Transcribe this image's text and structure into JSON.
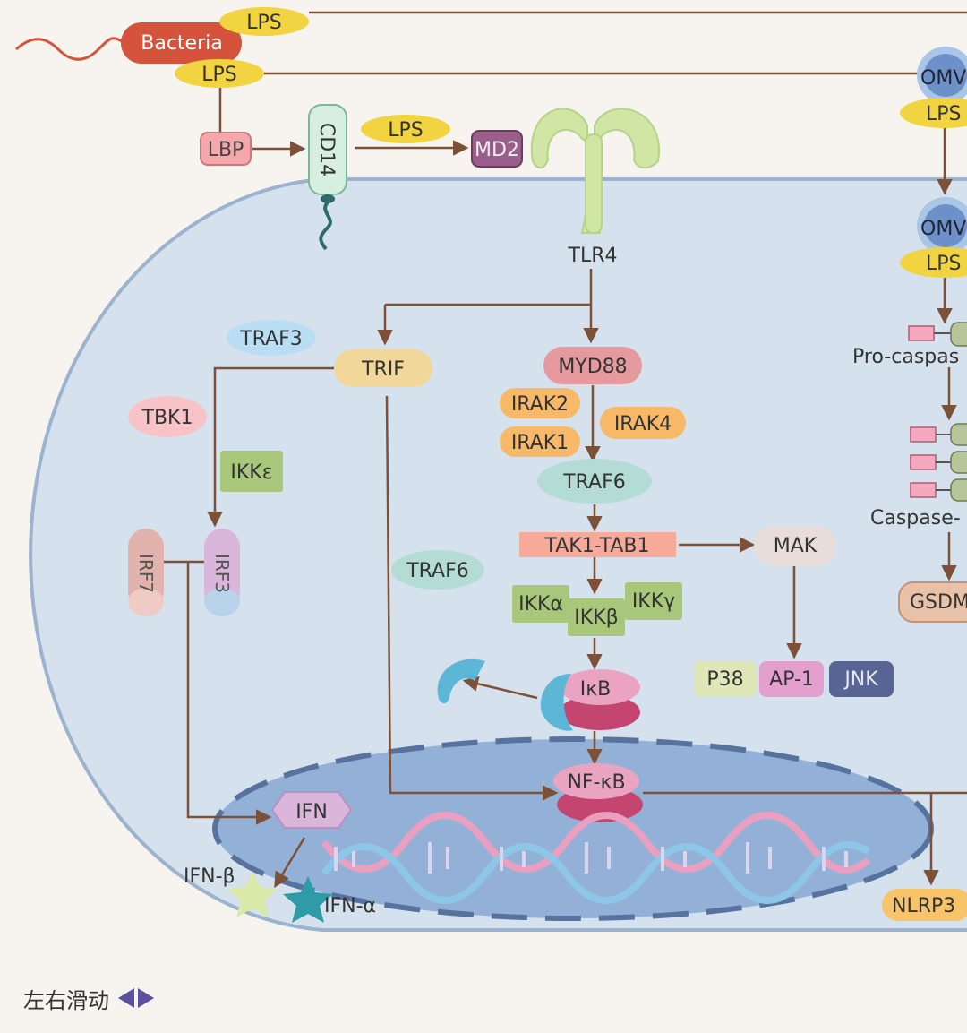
{
  "labels": {
    "bacteria": "Bacteria",
    "lps": "LPS",
    "lbp": "LBP",
    "cd14": "CD14",
    "md2": "MD2",
    "tlr4": "TLR4",
    "omv": "OMV",
    "traf3": "TRAF3",
    "trif": "TRIF",
    "myd88": "MYD88",
    "tbk1": "TBK1",
    "ikke": "IKKε",
    "irak2": "IRAK2",
    "irak1": "IRAK1",
    "irak4": "IRAK4",
    "traf6": "TRAF6",
    "tak1_tab1": "TAK1-TAB1",
    "mak": "MAK",
    "irf7": "IRF7",
    "irf3": "IRF3",
    "ikka": "IKKα",
    "ikkb": "IKKβ",
    "ikkg": "IKKγ",
    "p38": "P38",
    "ap1": "AP-1",
    "jnk": "JNK",
    "ikb": "IκB",
    "nfkb": "NF-κB",
    "ifn": "IFN",
    "ifn_b": "IFN-β",
    "ifn_a": "IFN-α",
    "pro_caspase": "Pro-caspas",
    "caspase": "Caspase-",
    "gsdm": "GSDM",
    "nlrp3": "NLRP3"
  },
  "footer": {
    "label": "左右滑动"
  },
  "colors": {
    "background": "#f7f4ef",
    "cell": "#d5e1ed",
    "nucleus": "#93b1d6",
    "arrow": "#7d5138",
    "bacteria": "#d4533a",
    "lps": "#f2d442",
    "swipe_arrow": "#5b4fa0"
  }
}
